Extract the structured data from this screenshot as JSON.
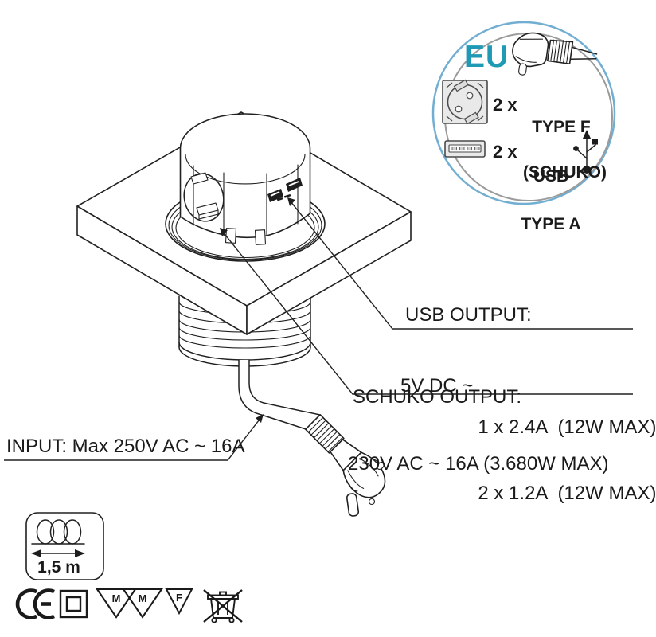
{
  "legend": {
    "region": "EU",
    "rows": [
      {
        "qty": "2 x",
        "line1": "TYPE F",
        "line2": "(SCHUKO)"
      },
      {
        "qty": "2 x",
        "line1": "USB",
        "line2": "TYPE A"
      }
    ]
  },
  "callouts": {
    "usb": {
      "title": "USB OUTPUT:",
      "prefix": "5V DC ~",
      "line1": "1 x 2.4A  (12W MAX)",
      "line2": "2 x 1.2A  (12W MAX)"
    },
    "schuko": {
      "title": "SCHUKO OUTPUT:",
      "value": "230V AC ~ 16A (3.680W MAX)"
    },
    "input": {
      "label": "INPUT: Max 250V AC ~ 16A"
    }
  },
  "footer": {
    "cable_length": "1,5 m",
    "ce_mark": "CE",
    "marks": {
      "m1": "M",
      "m2": "M",
      "f": "F"
    }
  },
  "colors": {
    "accent": "#1f9ab5",
    "circle_blue": "#72aed2",
    "circle_gray": "#9b9b9b",
    "line": "#212121",
    "panel_fill": "#e9e9e9"
  }
}
